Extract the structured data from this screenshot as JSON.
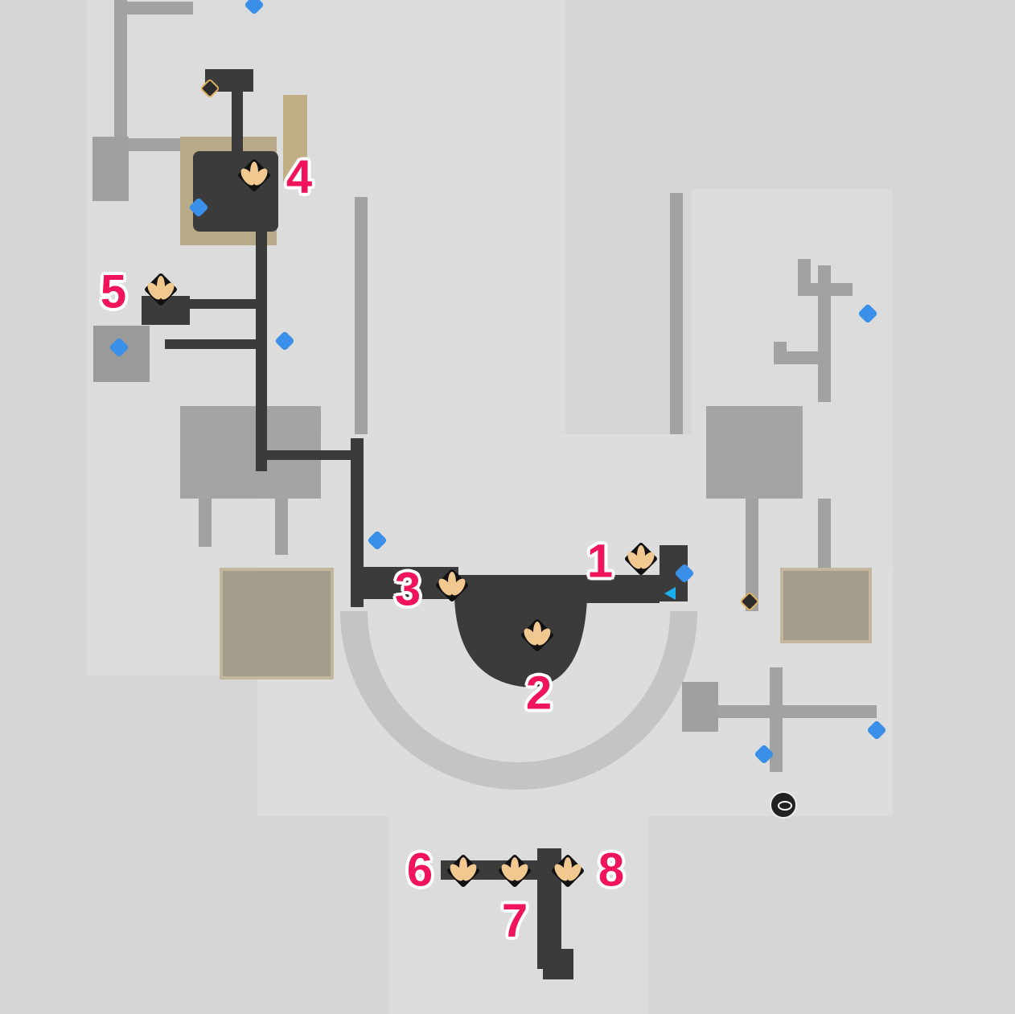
{
  "map": {
    "markers": [
      {
        "label": "1",
        "icon": "chest-fan-icon"
      },
      {
        "label": "2",
        "icon": "chest-fan-icon"
      },
      {
        "label": "3",
        "icon": "chest-fan-icon"
      },
      {
        "label": "4",
        "icon": "chest-fan-icon"
      },
      {
        "label": "5",
        "icon": "chest-fan-icon"
      },
      {
        "label": "6",
        "icon": "chest-fan-icon"
      },
      {
        "label": "7",
        "icon": "chest-fan-icon"
      },
      {
        "label": "8",
        "icon": "chest-fan-icon"
      }
    ],
    "colors": {
      "label": "#f0145a",
      "active_path": "#3a3a3a",
      "inactive_path": "#9c9c9c",
      "poi": "#3a8fe8",
      "gold": "#e0b060"
    }
  }
}
